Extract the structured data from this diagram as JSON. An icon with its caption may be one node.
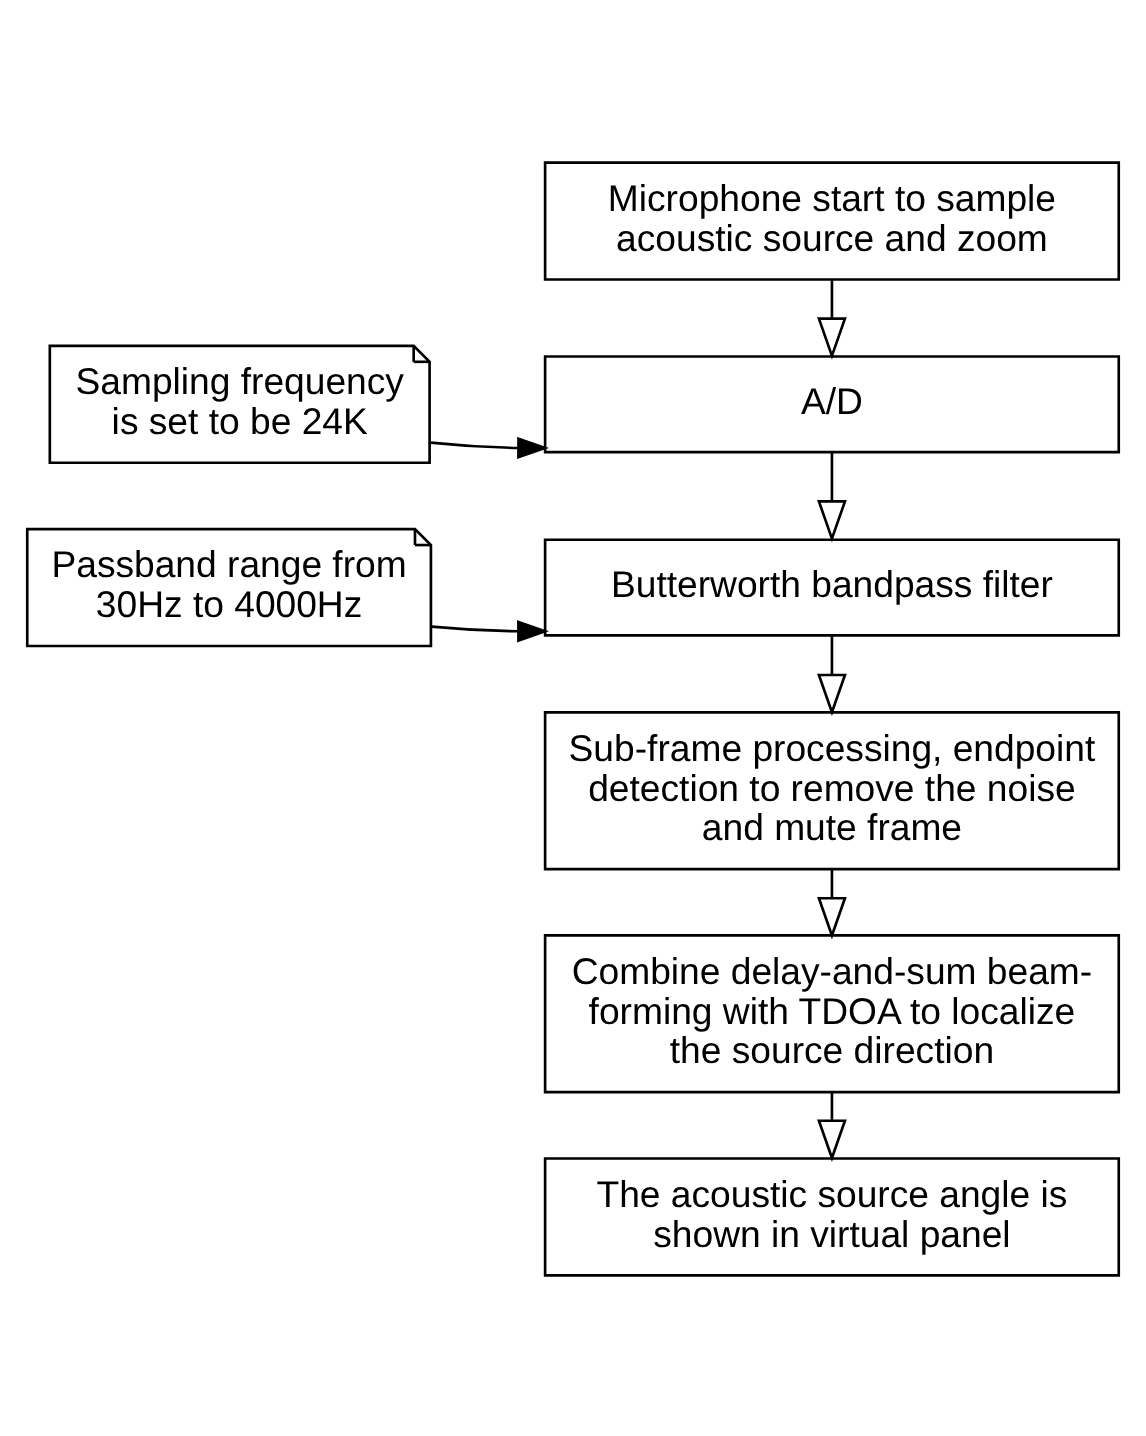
{
  "diagram": {
    "nodes": [
      {
        "text": [
          "Microphone start to sample acoustic source and zoom"
        ]
      },
      {
        "text": [
          "A/D"
        ]
      },
      {
        "text": [
          "Butterworth bandpass filter"
        ]
      },
      {
        "text": [
          "Sub-frame processing, endpoint detection to remove the noise and mute frame"
        ]
      },
      {
        "text": [
          "Combine delay-and-sum beam-forming with TDOA to localize the source direction"
        ]
      },
      {
        "text": [
          "The acoustic source angle is shown in virtual panel"
        ]
      },
      {
        "text": [
          "Sampling frequency is set to be 24K"
        ]
      },
      {
        "text": [
          "Passband range from 30Hz to 4000Hz"
        ]
      }
    ],
    "edges": [
      {
        "from": 0,
        "to": 1,
        "arrow": "to"
      },
      {
        "from": 1,
        "to": 2,
        "arrow": "to"
      },
      {
        "from": 2,
        "to": 3,
        "arrow": "to"
      },
      {
        "from": 3,
        "to": 4,
        "arrow": "to"
      },
      {
        "from": 4,
        "to": 5,
        "arrow": "to"
      },
      {
        "from": 6,
        "to": 1,
        "arrow": "to"
      },
      {
        "from": 7,
        "to": 2,
        "arrow": "to"
      }
    ]
  }
}
